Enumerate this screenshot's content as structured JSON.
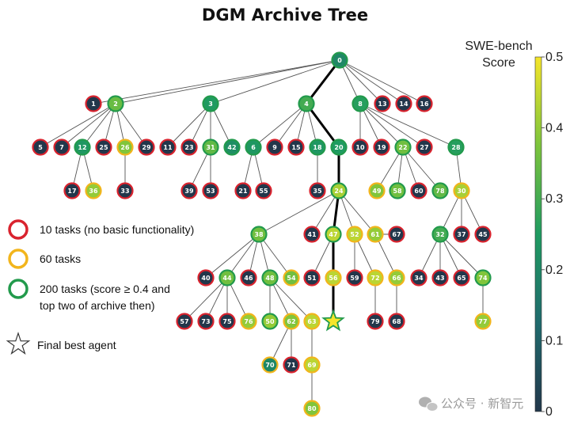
{
  "title": "DGM Archive Tree",
  "colorbar": {
    "label_line1": "SWE-bench",
    "label_line2": "Score",
    "ticks": [
      {
        "value": 0.5,
        "label": "0.5"
      },
      {
        "value": 0.4,
        "label": "0.4"
      },
      {
        "value": 0.3,
        "label": "0.3"
      },
      {
        "value": 0.2,
        "label": "0.2"
      },
      {
        "value": 0.1,
        "label": "0.1"
      },
      {
        "value": 0.0,
        "label": "0"
      }
    ],
    "min": 0,
    "max": 0.5
  },
  "colors": {
    "red_border": "#d9232e",
    "yellow_border": "#f2b51c",
    "green_border": "#229a4c",
    "best_path": "#000000",
    "edge": "#555555"
  },
  "legend": [
    {
      "type": "red",
      "label": "10 tasks (no basic functionality)"
    },
    {
      "type": "yellow",
      "label": "60 tasks"
    },
    {
      "type": "green",
      "label": "200 tasks (score ≥ 0.4 and"
    },
    {
      "type": "none",
      "label": "top two of archive then)"
    },
    {
      "type": "star",
      "label": "Final best agent"
    }
  ],
  "watermark": "公众号 · 新智元",
  "nodes": [
    {
      "id": "0",
      "parent": null,
      "score": 0.2,
      "tasks": 200
    },
    {
      "id": "1",
      "parent": "0",
      "score": 0.0,
      "tasks": 10
    },
    {
      "id": "2",
      "parent": "0",
      "score": 0.35,
      "tasks": 200
    },
    {
      "id": "3",
      "parent": "0",
      "score": 0.25,
      "tasks": 200
    },
    {
      "id": "4",
      "parent": "0",
      "score": 0.3,
      "tasks": 200
    },
    {
      "id": "8",
      "parent": "0",
      "score": 0.26,
      "tasks": 200
    },
    {
      "id": "13",
      "parent": "0",
      "score": 0.0,
      "tasks": 10
    },
    {
      "id": "14",
      "parent": "0",
      "score": 0.0,
      "tasks": 10
    },
    {
      "id": "16",
      "parent": "0",
      "score": 0.0,
      "tasks": 10
    },
    {
      "id": "5",
      "parent": "2",
      "score": 0.0,
      "tasks": 10
    },
    {
      "id": "7",
      "parent": "2",
      "score": 0.0,
      "tasks": 10
    },
    {
      "id": "12",
      "parent": "2",
      "score": 0.24,
      "tasks": 200
    },
    {
      "id": "25",
      "parent": "2",
      "score": 0.0,
      "tasks": 10
    },
    {
      "id": "26",
      "parent": "2",
      "score": 0.38,
      "tasks": 60
    },
    {
      "id": "29",
      "parent": "2",
      "score": 0.0,
      "tasks": 10
    },
    {
      "id": "17",
      "parent": "12",
      "score": 0.0,
      "tasks": 10
    },
    {
      "id": "36",
      "parent": "12",
      "score": 0.4,
      "tasks": 60
    },
    {
      "id": "33",
      "parent": "26",
      "score": 0.0,
      "tasks": 10
    },
    {
      "id": "11",
      "parent": "3",
      "score": 0.0,
      "tasks": 10
    },
    {
      "id": "23",
      "parent": "3",
      "score": 0.0,
      "tasks": 10
    },
    {
      "id": "31",
      "parent": "3",
      "score": 0.34,
      "tasks": 200
    },
    {
      "id": "42",
      "parent": "3",
      "score": 0.22,
      "tasks": 200
    },
    {
      "id": "39",
      "parent": "31",
      "score": 0.0,
      "tasks": 10
    },
    {
      "id": "53",
      "parent": "31",
      "score": 0.0,
      "tasks": 10
    },
    {
      "id": "6",
      "parent": "4",
      "score": 0.24,
      "tasks": 200
    },
    {
      "id": "9",
      "parent": "4",
      "score": 0.0,
      "tasks": 10
    },
    {
      "id": "15",
      "parent": "4",
      "score": 0.0,
      "tasks": 10
    },
    {
      "id": "18",
      "parent": "4",
      "score": 0.24,
      "tasks": 200
    },
    {
      "id": "20",
      "parent": "4",
      "score": 0.25,
      "tasks": 200
    },
    {
      "id": "21",
      "parent": "6",
      "score": 0.0,
      "tasks": 10
    },
    {
      "id": "55",
      "parent": "6",
      "score": 0.0,
      "tasks": 10
    },
    {
      "id": "35",
      "parent": "18",
      "score": 0.0,
      "tasks": 10
    },
    {
      "id": "24",
      "parent": "20",
      "score": 0.42,
      "tasks": 200
    },
    {
      "id": "10",
      "parent": "8",
      "score": 0.0,
      "tasks": 10
    },
    {
      "id": "19",
      "parent": "8",
      "score": 0.0,
      "tasks": 10
    },
    {
      "id": "22",
      "parent": "8",
      "score": 0.36,
      "tasks": 200
    },
    {
      "id": "27",
      "parent": "8",
      "score": 0.0,
      "tasks": 10
    },
    {
      "id": "28",
      "parent": "8",
      "score": 0.26,
      "tasks": 200
    },
    {
      "id": "49",
      "parent": "22",
      "score": 0.38,
      "tasks": 60
    },
    {
      "id": "58",
      "parent": "22",
      "score": 0.36,
      "tasks": 200
    },
    {
      "id": "60",
      "parent": "22",
      "score": 0.0,
      "tasks": 10
    },
    {
      "id": "78",
      "parent": "22",
      "score": 0.34,
      "tasks": 200
    },
    {
      "id": "30",
      "parent": "28",
      "score": 0.42,
      "tasks": 60
    },
    {
      "id": "32",
      "parent": "30",
      "score": 0.3,
      "tasks": 200
    },
    {
      "id": "37",
      "parent": "30",
      "score": 0.0,
      "tasks": 10
    },
    {
      "id": "45",
      "parent": "30",
      "score": 0.0,
      "tasks": 10
    },
    {
      "id": "34",
      "parent": "32",
      "score": 0.0,
      "tasks": 10
    },
    {
      "id": "43",
      "parent": "32",
      "score": 0.0,
      "tasks": 10
    },
    {
      "id": "65",
      "parent": "32",
      "score": 0.0,
      "tasks": 10
    },
    {
      "id": "74",
      "parent": "32",
      "score": 0.38,
      "tasks": 200
    },
    {
      "id": "77",
      "parent": "74",
      "score": 0.4,
      "tasks": 60
    },
    {
      "id": "38",
      "parent": "24",
      "score": 0.36,
      "tasks": 200
    },
    {
      "id": "41",
      "parent": "24",
      "score": 0.0,
      "tasks": 10
    },
    {
      "id": "47",
      "parent": "24",
      "score": 0.44,
      "tasks": 200
    },
    {
      "id": "52",
      "parent": "24",
      "score": 0.44,
      "tasks": 60
    },
    {
      "id": "61",
      "parent": "24",
      "score": 0.4,
      "tasks": 60
    },
    {
      "id": "67",
      "parent": "61",
      "score": 0.0,
      "tasks": 10
    },
    {
      "id": "40",
      "parent": "38",
      "score": 0.0,
      "tasks": 10
    },
    {
      "id": "44",
      "parent": "38",
      "score": 0.36,
      "tasks": 200
    },
    {
      "id": "46",
      "parent": "38",
      "score": 0.0,
      "tasks": 10
    },
    {
      "id": "48",
      "parent": "38",
      "score": 0.36,
      "tasks": 200
    },
    {
      "id": "54",
      "parent": "38",
      "score": 0.36,
      "tasks": 60
    },
    {
      "id": "57",
      "parent": "44",
      "score": 0.0,
      "tasks": 10
    },
    {
      "id": "73",
      "parent": "44",
      "score": 0.0,
      "tasks": 10
    },
    {
      "id": "75",
      "parent": "44",
      "score": 0.0,
      "tasks": 10
    },
    {
      "id": "76",
      "parent": "44",
      "score": 0.4,
      "tasks": 60
    },
    {
      "id": "50",
      "parent": "48",
      "score": 0.4,
      "tasks": 200
    },
    {
      "id": "62",
      "parent": "48",
      "score": 0.38,
      "tasks": 60
    },
    {
      "id": "63",
      "parent": "48",
      "score": 0.44,
      "tasks": 60
    },
    {
      "id": "70",
      "parent": "62",
      "score": 0.2,
      "tasks": 60
    },
    {
      "id": "71",
      "parent": "62",
      "score": 0.0,
      "tasks": 10
    },
    {
      "id": "69",
      "parent": "63",
      "score": 0.44,
      "tasks": 60
    },
    {
      "id": "80",
      "parent": "69",
      "score": 0.38,
      "tasks": 60
    },
    {
      "id": "51",
      "parent": "47",
      "score": 0.0,
      "tasks": 10
    },
    {
      "id": "56",
      "parent": "47",
      "score": 0.44,
      "tasks": 60
    },
    {
      "id": "star",
      "parent": "47",
      "score": 0.5,
      "tasks": 200,
      "best": true
    },
    {
      "id": "59",
      "parent": "52",
      "score": 0.0,
      "tasks": 10
    },
    {
      "id": "72",
      "parent": "52",
      "score": 0.44,
      "tasks": 60
    },
    {
      "id": "79",
      "parent": "72",
      "score": 0.0,
      "tasks": 10
    },
    {
      "id": "66",
      "parent": "61",
      "score": 0.4,
      "tasks": 60
    },
    {
      "id": "68",
      "parent": "66",
      "score": 0.0,
      "tasks": 10
    }
  ],
  "best_path": [
    "0",
    "4",
    "20",
    "24",
    "47",
    "star"
  ]
}
